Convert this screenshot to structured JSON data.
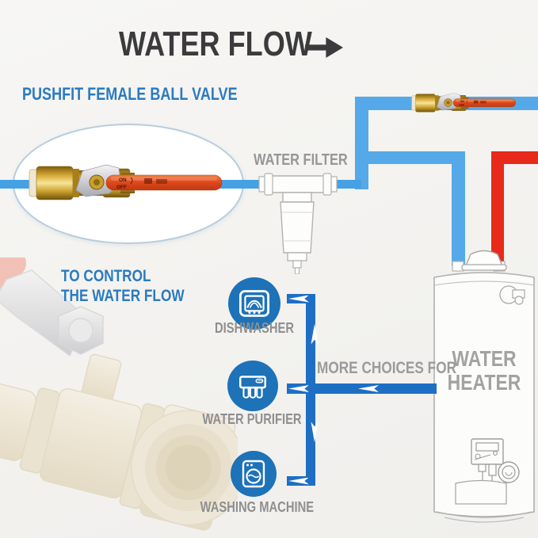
{
  "title": {
    "text": "WATER FLOW"
  },
  "callout": {
    "heading": "PUSHFIT FEMALE BALL VALVE",
    "control_line1": "TO CONTROL",
    "control_line2": "THE WATER FLOW"
  },
  "filter": {
    "label": "WATER FILTER"
  },
  "heater": {
    "line1": "WATER",
    "line2": "HEATER"
  },
  "manifold": {
    "label": "MORE CHOICES FOR"
  },
  "valve": {
    "on": "ON",
    "off": "OFF"
  },
  "appliances": [
    {
      "name": "dishwasher",
      "label": "DISHWASHER"
    },
    {
      "name": "water-purifier",
      "label": "WATER PURIFIER"
    },
    {
      "name": "washing-machine",
      "label": "WASHING MACHINE"
    }
  ],
  "colors": {
    "title_dark": "#3b3b3d",
    "accent_blue_text": "#2a7bc0",
    "gray_label": "#969696",
    "pipe_light_blue": "#55a9e8",
    "pipe_thin_blue": "#45a1e4",
    "pipe_dark_blue": "#1e6fc4",
    "pipe_red": "#e72a1b",
    "icon_circle_blue": "#1d72b8",
    "valve_handle_orange": "#e2491d",
    "valve_brass": "#d8ac38"
  }
}
